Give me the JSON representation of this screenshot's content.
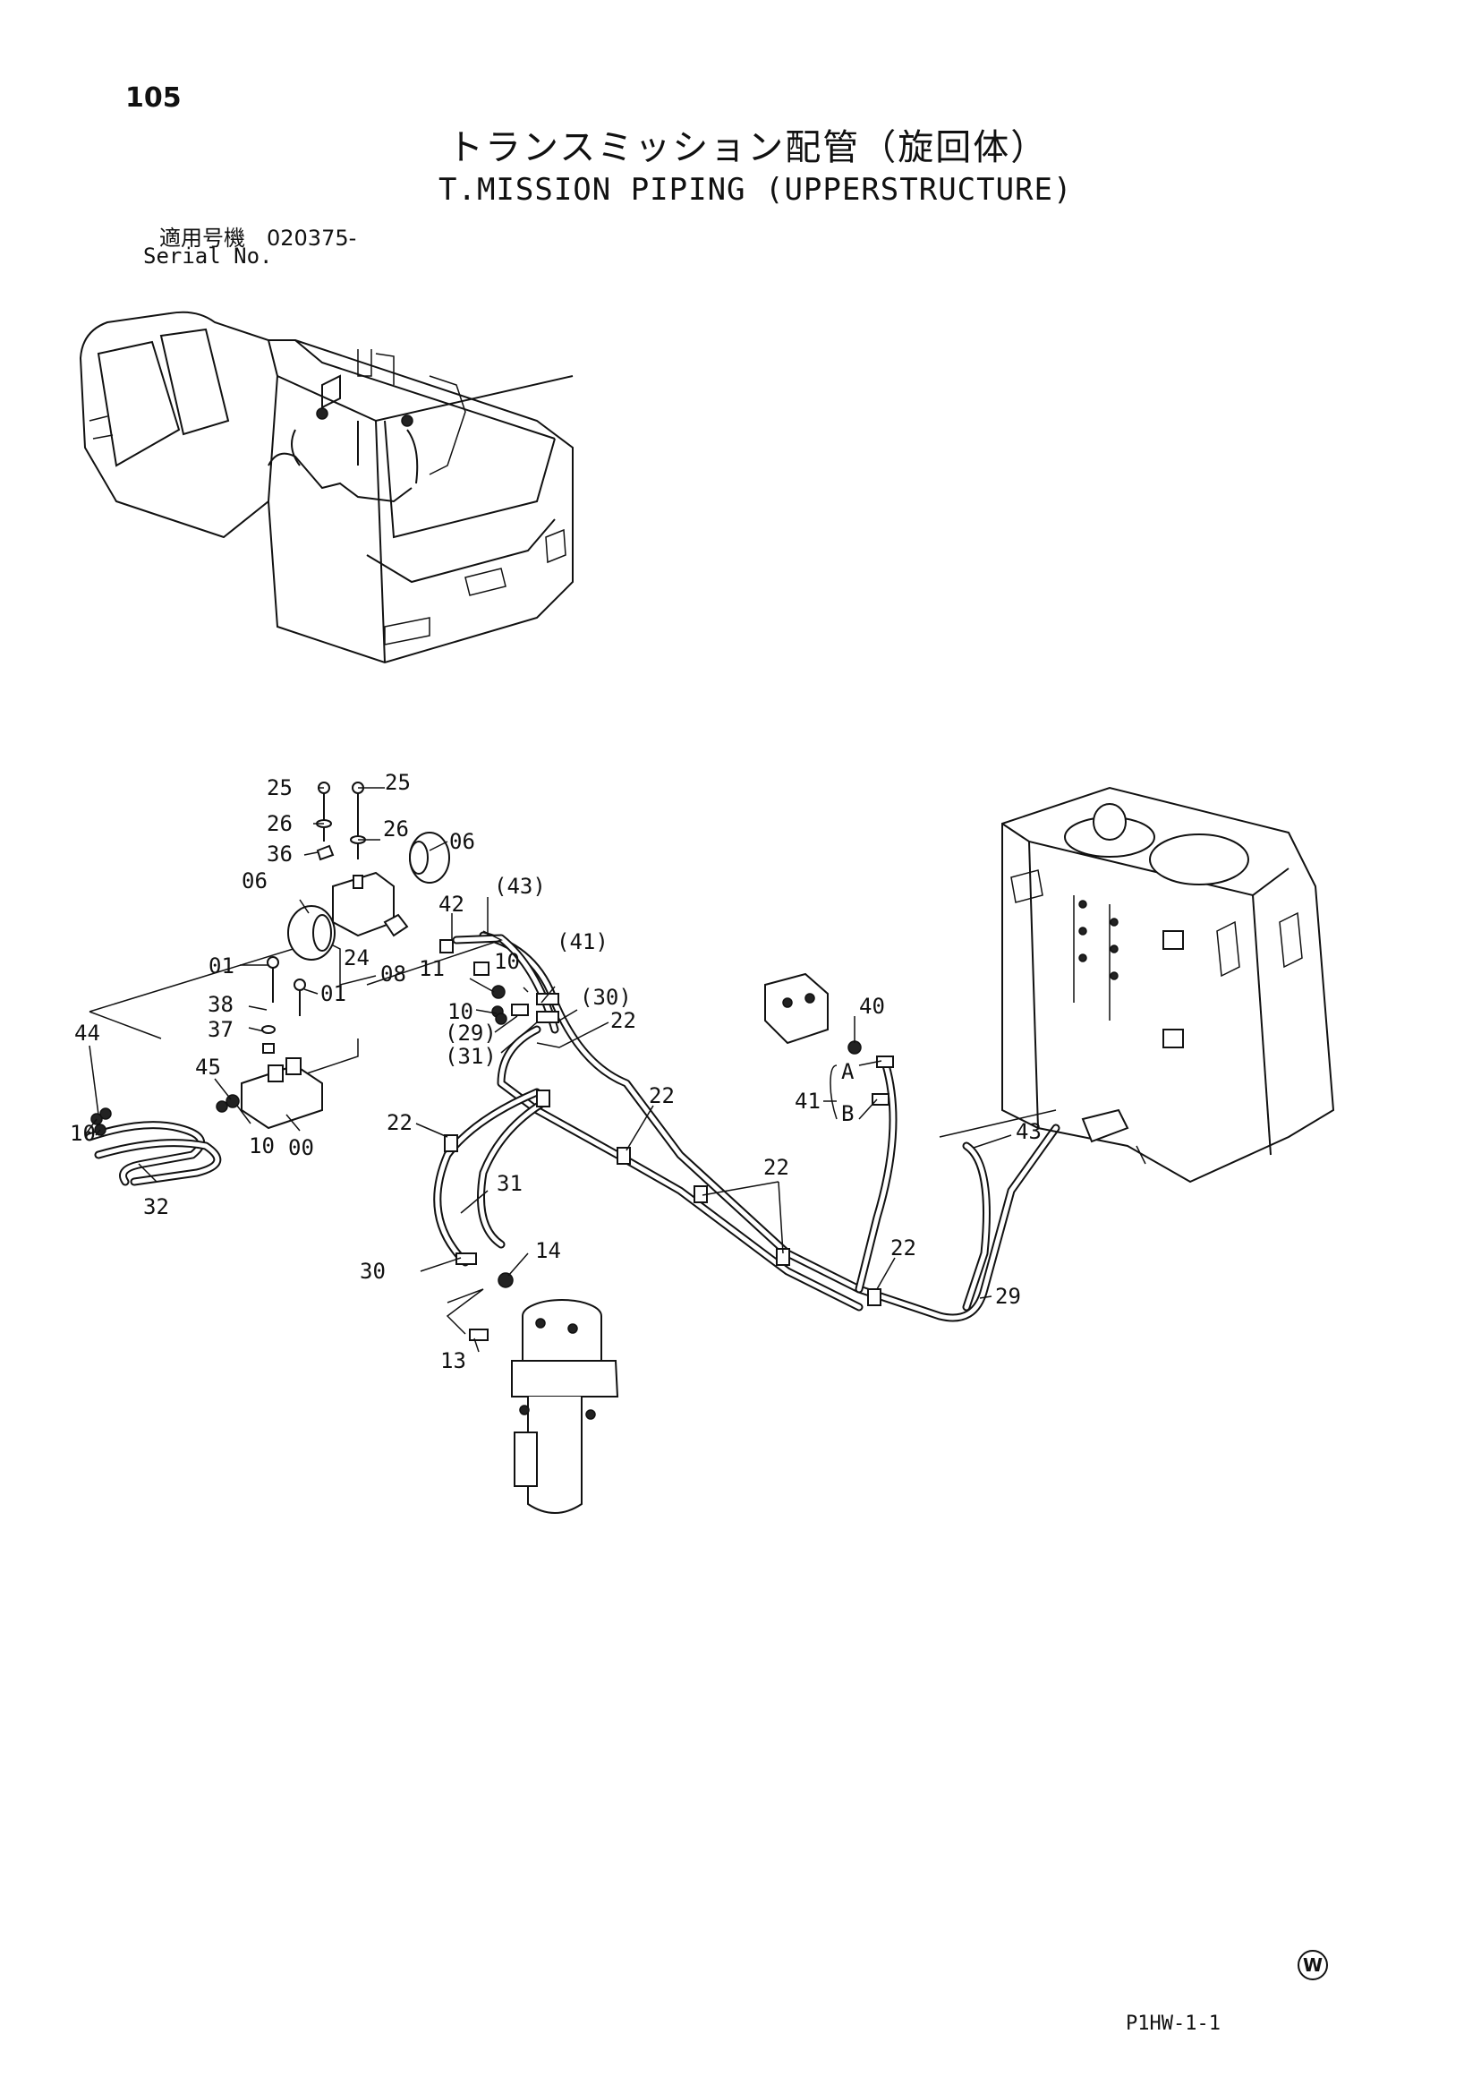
{
  "header": {
    "page_number": "105",
    "title_jp": "トランスミッション配管（旋回体）",
    "title_en": "T.MISSION PIPING (UPPERSTRUCTURE)",
    "serial_jp": "適用号機　020375-",
    "serial_en": "Serial No."
  },
  "callouts": {
    "c25a": "25",
    "c25b": "25",
    "c26a": "26",
    "c26b": "26",
    "c36": "36",
    "c06a": "06",
    "c06b": "06",
    "c42": "42",
    "c43p": "(43)",
    "c24": "24",
    "c08": "08",
    "c11": "11",
    "c10a": "10",
    "c41p": "(41)",
    "c01a": "01",
    "c01b": "01",
    "c38": "38",
    "c37": "37",
    "c10b": "10",
    "c30p": "(30)",
    "c29p": "(29)",
    "c31p": "(31)",
    "c44": "44",
    "c45": "45",
    "c10c": "10",
    "c10d": "10",
    "c00": "00",
    "c32": "32",
    "c22a": "22",
    "c22b": "22",
    "c22c": "22",
    "c22d": "22",
    "c22e": "22",
    "c40": "40",
    "c41": "41",
    "cA": "A",
    "cB": "B",
    "c43": "43",
    "c31": "31",
    "c30": "30",
    "c14": "14",
    "c13": "13",
    "c29": "29"
  },
  "footer": {
    "code": "P1HW-1-1",
    "mark": "W"
  }
}
